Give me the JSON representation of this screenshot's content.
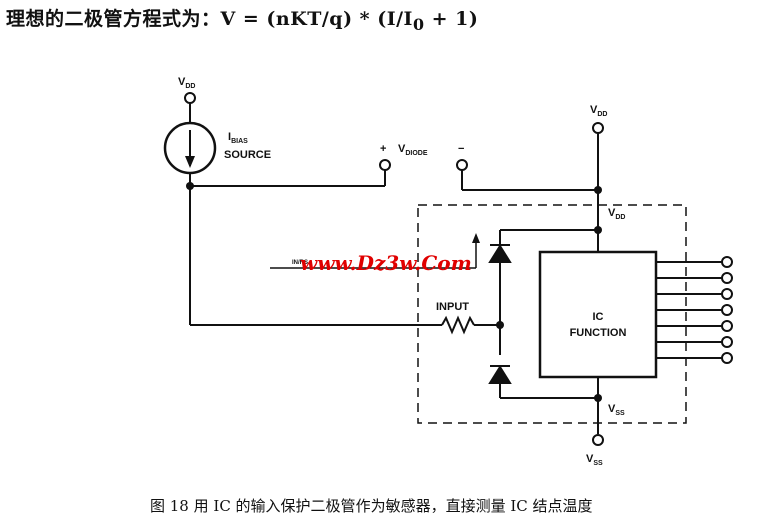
{
  "header": {
    "formula": "理想的二极管方程式为：V = (nKT/q) * (I/I",
    "formula_sub": "0",
    "formula_tail": " + 1)"
  },
  "circuit": {
    "vdd_top_left": "V",
    "vdd_top_left_sub": "DD",
    "ibias_label": "I",
    "ibias_sub": "BIAS",
    "source_label": "SOURCE",
    "vdiode_plus": "+",
    "vdiode_label": "V",
    "vdiode_sub": "DIODE",
    "vdiode_minus": "−",
    "vdd_top_right": "V",
    "vdd_top_right_sub": "DD",
    "vdd_inner": "V",
    "vdd_inner_sub": "DD",
    "input_label": "INPUT",
    "ic_line1": "IC",
    "ic_line2": "FUNCTION",
    "vss_inner": "V",
    "vss_inner_sub": "SS",
    "vss_bottom": "V",
    "vss_bottom_sub": "SS",
    "watermark": "www.Dz3w.Com",
    "small_label": "IN/RS"
  },
  "caption": "图 18   用 IC 的输入保护二极管作为敏感器，直接测量 IC 结点温度",
  "colors": {
    "line": "#111111",
    "watermark": "#e00000",
    "background": "#ffffff"
  }
}
